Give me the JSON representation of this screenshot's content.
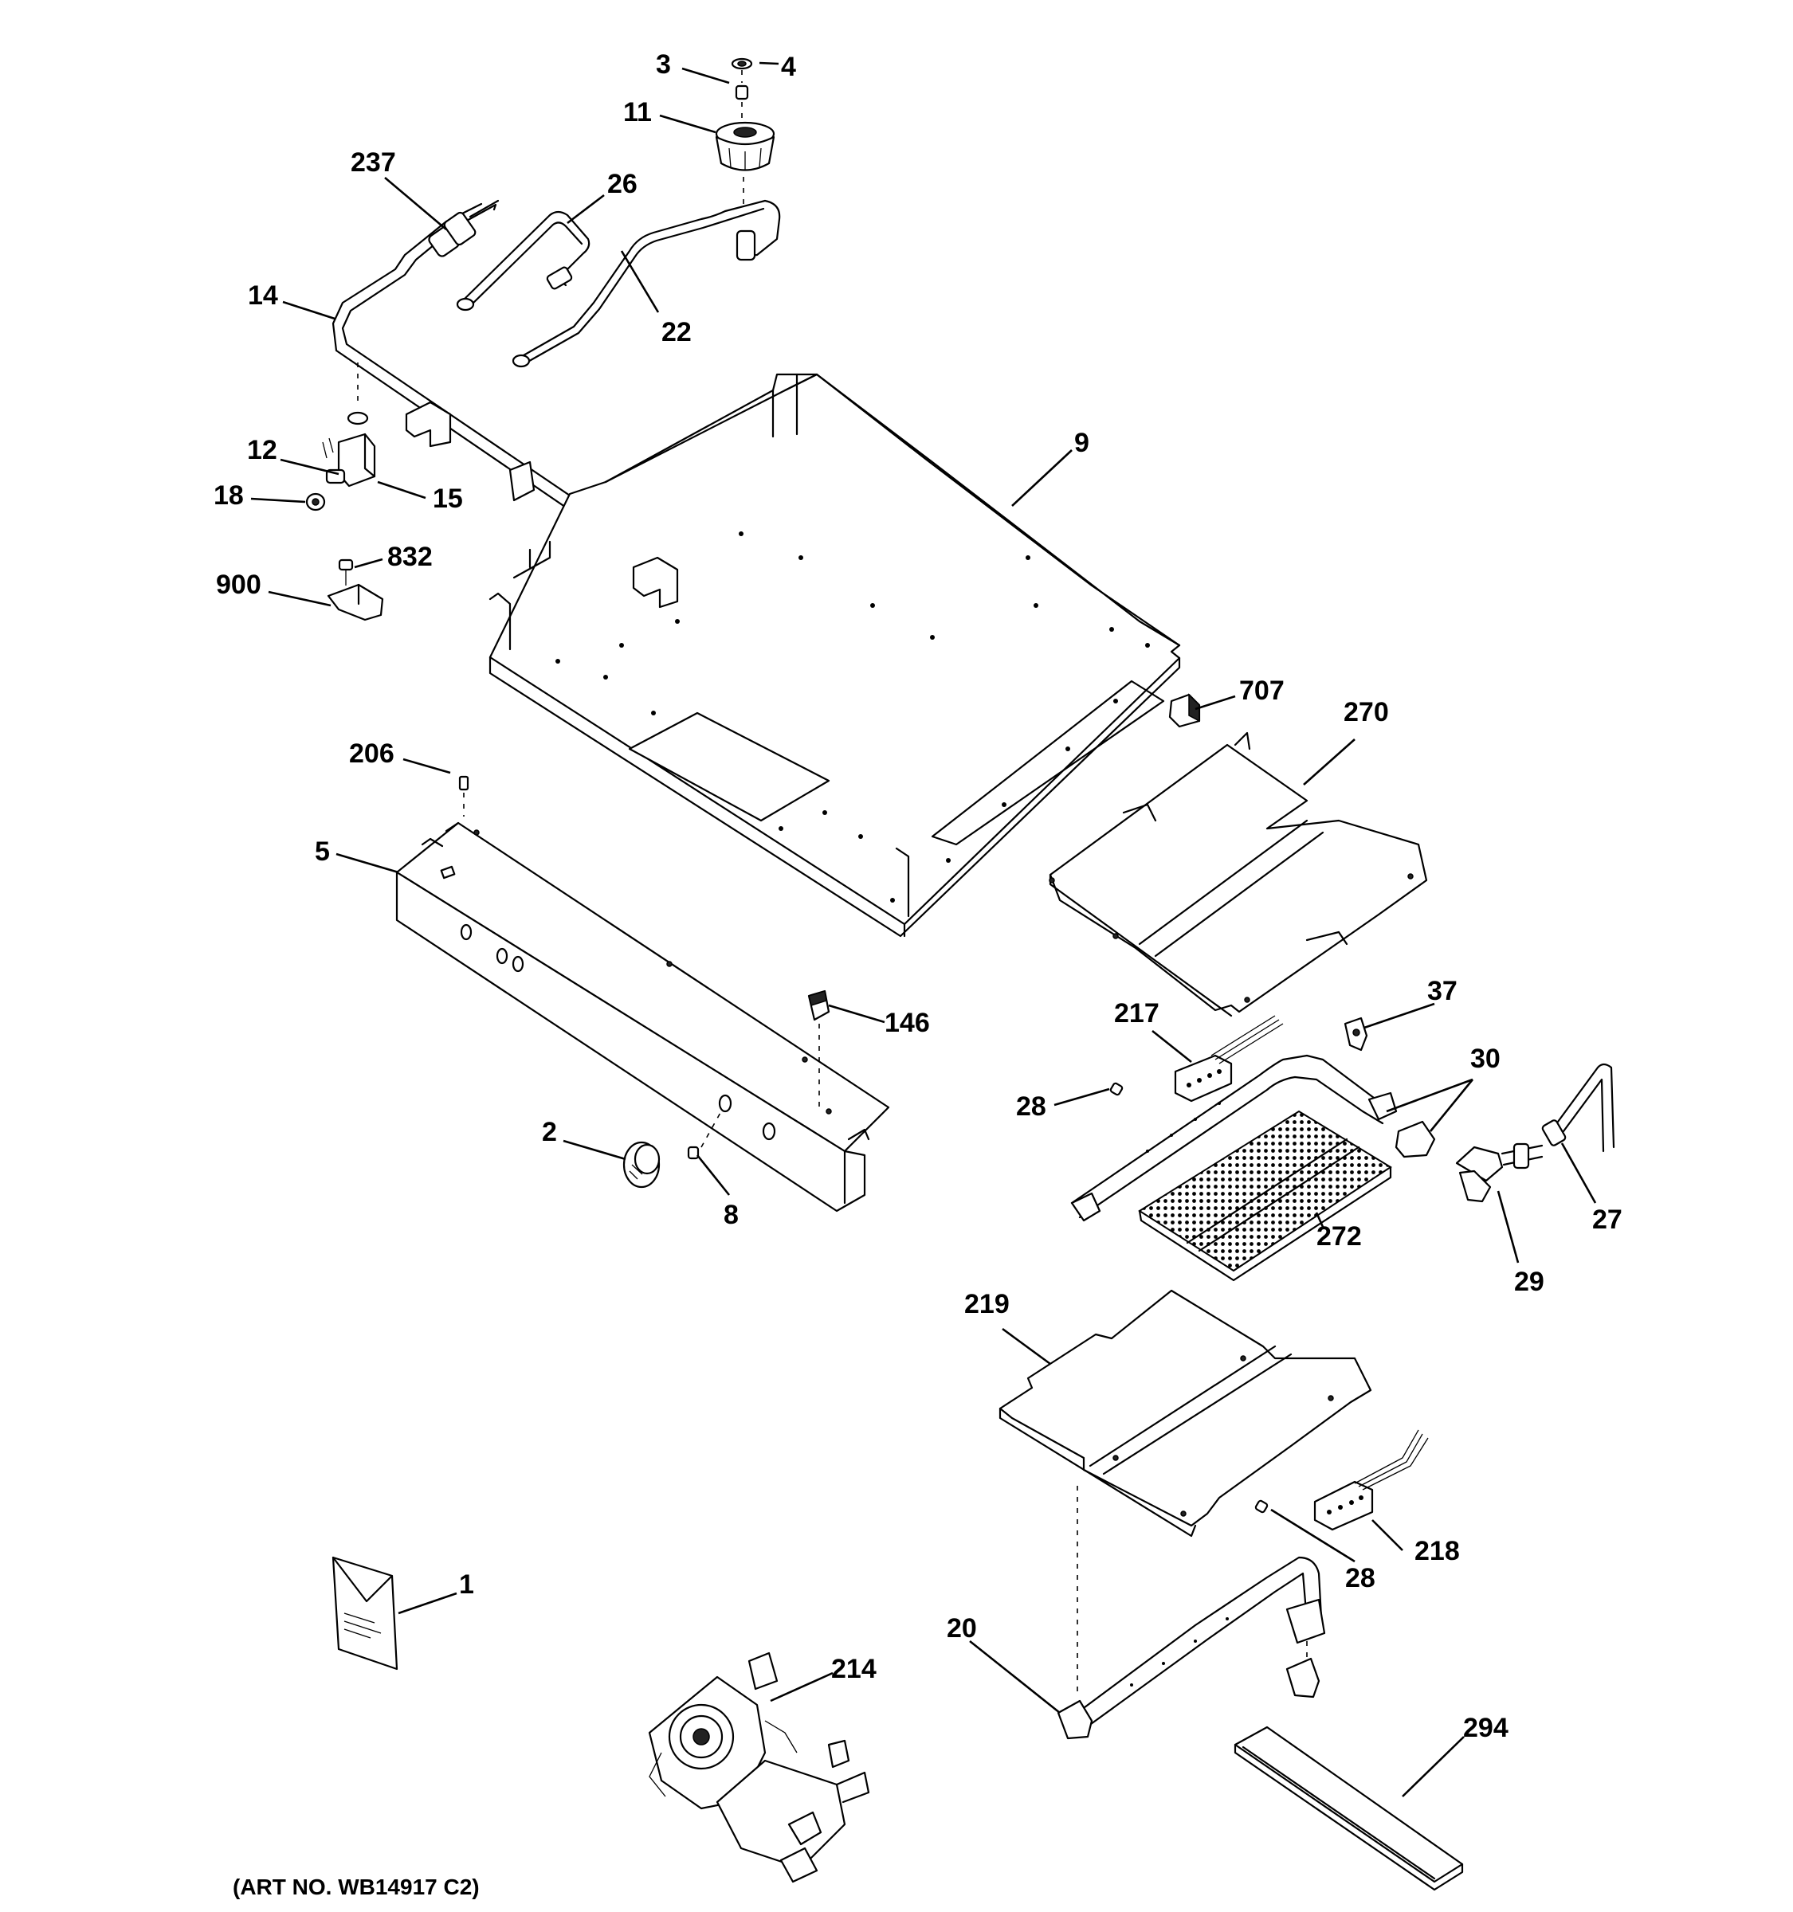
{
  "diagram": {
    "callouts": [
      "1",
      "2",
      "3",
      "4",
      "5",
      "8",
      "9",
      "11",
      "12",
      "14",
      "15",
      "18",
      "20",
      "22",
      "26",
      "27",
      "28",
      "28",
      "29",
      "30",
      "37",
      "146",
      "206",
      "214",
      "217",
      "218",
      "219",
      "237",
      "270",
      "272",
      "294",
      "707",
      "832",
      "900"
    ],
    "art_number": "(ART NO. WB14917 C2)"
  }
}
